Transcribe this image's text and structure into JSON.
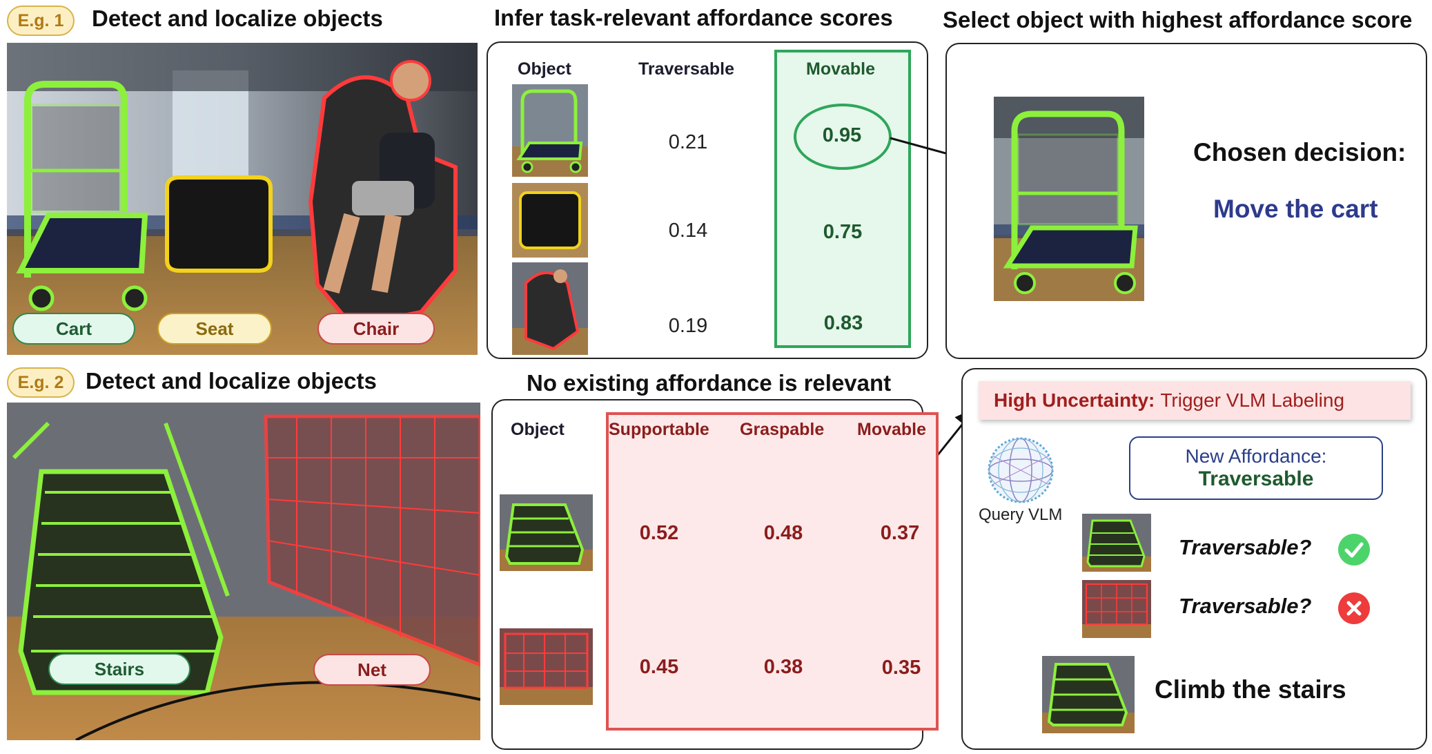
{
  "example1": {
    "badge": "E.g. 1",
    "step1_title": "Detect and localize objects",
    "step2_title": "Infer task-relevant affordance scores",
    "step3_title": "Select object with highest affordance score",
    "labels": {
      "cart": "Cart",
      "seat": "Seat",
      "chair": "Chair"
    },
    "table": {
      "headers": [
        "Object",
        "Traversable",
        "Movable"
      ],
      "rows": [
        {
          "object": "cart",
          "traversable": "0.21",
          "movable": "0.95"
        },
        {
          "object": "seat",
          "traversable": "0.14",
          "movable": "0.75"
        },
        {
          "object": "chair",
          "traversable": "0.19",
          "movable": "0.83"
        }
      ]
    },
    "decision_label": "Chosen decision:",
    "decision_value": "Move the cart"
  },
  "example2": {
    "badge": "E.g. 2",
    "step1_title": "Detect and localize objects",
    "step2_title": "No existing affordance is relevant",
    "labels": {
      "stairs": "Stairs",
      "net": "Net"
    },
    "table": {
      "headers": [
        "Object",
        "Supportable",
        "Graspable",
        "Movable"
      ],
      "rows": [
        {
          "object": "stairs",
          "supportable": "0.52",
          "graspable": "0.48",
          "movable": "0.37"
        },
        {
          "object": "net",
          "supportable": "0.45",
          "graspable": "0.38",
          "movable": "0.35"
        }
      ]
    },
    "uncertainty_label": "High Uncertainty:",
    "uncertainty_action": "Trigger VLM Labeling",
    "query_vlm": "Query VLM",
    "new_affordance_label": "New Affordance:",
    "new_affordance_value": "Traversable",
    "question1": "Traversable?",
    "question2": "Traversable?",
    "final_decision": "Climb the stairs"
  },
  "colors": {
    "green_outline": "#8cf03c",
    "yellow_outline": "#f2d21c",
    "red_outline": "#ff3b3b",
    "green_panel": "#2ea65a",
    "red_panel": "#e05252",
    "decision_blue": "#2e3a8c",
    "check_green": "#4cd46a",
    "cross_red": "#ee3b3b"
  }
}
